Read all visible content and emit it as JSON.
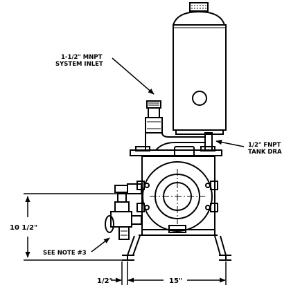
{
  "callouts": {
    "system_inlet": {
      "line1": "1-1/2\" MNPT",
      "line2": "SYSTEM INLET"
    },
    "tank_drain": {
      "line1": "1/2\" FNPT",
      "line2": "TANK DRAIN"
    },
    "see_note": "SEE NOTE #3"
  },
  "dimensions": {
    "height": "10 1/2\"",
    "left_offset": "1/2\"",
    "base_width": "15\""
  }
}
